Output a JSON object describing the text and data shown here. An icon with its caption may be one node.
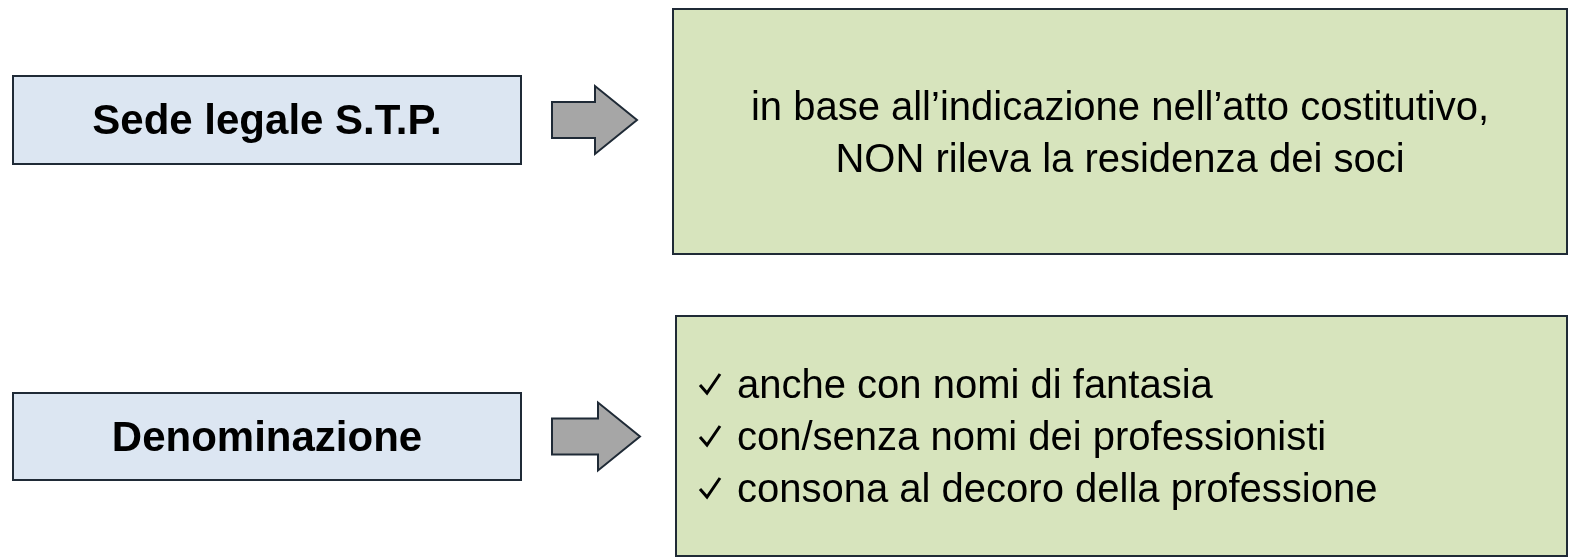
{
  "diagram": {
    "nodes": [
      {
        "text": [
          "Sede legale S.T.P."
        ]
      },
      {
        "text": [
          "in base all’indicazione nell’atto costitutivo, NON rileva la residenza dei soci"
        ]
      },
      {
        "text": [
          "Denominazione"
        ]
      },
      {
        "text": [
          "anche con nomi di fantasia",
          "con/senza nomi dei professionisti",
          "consona al decoro della professione"
        ]
      }
    ],
    "edges": [
      {
        "from": 0,
        "to": 1,
        "arrow": "to"
      },
      {
        "from": 2,
        "to": 3,
        "arrow": "to"
      }
    ]
  }
}
